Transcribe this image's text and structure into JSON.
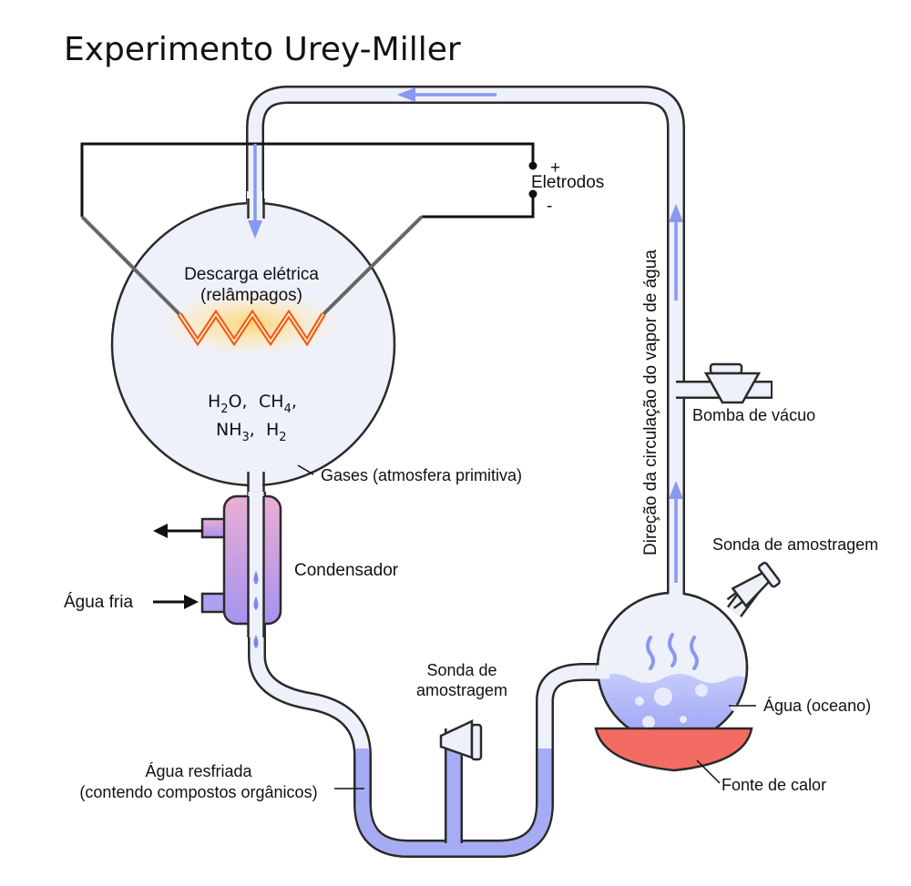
{
  "title": "Experimento Urey-Miller",
  "labels": {
    "electrodes": "Eletrodos",
    "electrode_plus": "+",
    "electrode_minus": "-",
    "discharge_line1": "Descarga elétrica",
    "discharge_line2": "(relâmpagos)",
    "gases": "Gases (atmosfera primitiva)",
    "condenser": "Condensador",
    "cold_water": "Água fria",
    "vacuum_pump": "Bomba de vácuo",
    "flow_direction": "Direção da circulação do vapor de água",
    "probe_right": "Sonda de amostragem",
    "probe_bottom_line1": "Sonda de",
    "probe_bottom_line2": "amostragem",
    "ocean_water": "Água (oceano)",
    "heat_source": "Fonte de calor",
    "cooled_water_line1": "Água resfriada",
    "cooled_water_line2": "(contendo compostos orgânicos)"
  },
  "chemicals": {
    "h2o": {
      "base": "H",
      "sub": "2",
      "tail": "O,"
    },
    "ch4": {
      "base": "CH",
      "sub": "4",
      "tail": ","
    },
    "nh3": {
      "base": "NH",
      "sub": "3",
      "tail": ","
    },
    "h2": {
      "base": "H",
      "sub": "2",
      "tail": ""
    }
  },
  "colors": {
    "glass_fill": "#eef0fa",
    "glass_stroke": "#2a2a2a",
    "flow_arrow": "#8899ee",
    "water_fill": "#a6acf4",
    "spark": "#f05a28",
    "heat": "#f26c63",
    "condenser_top": "#e7a6cf",
    "condenser_bottom": "#a999ef"
  }
}
